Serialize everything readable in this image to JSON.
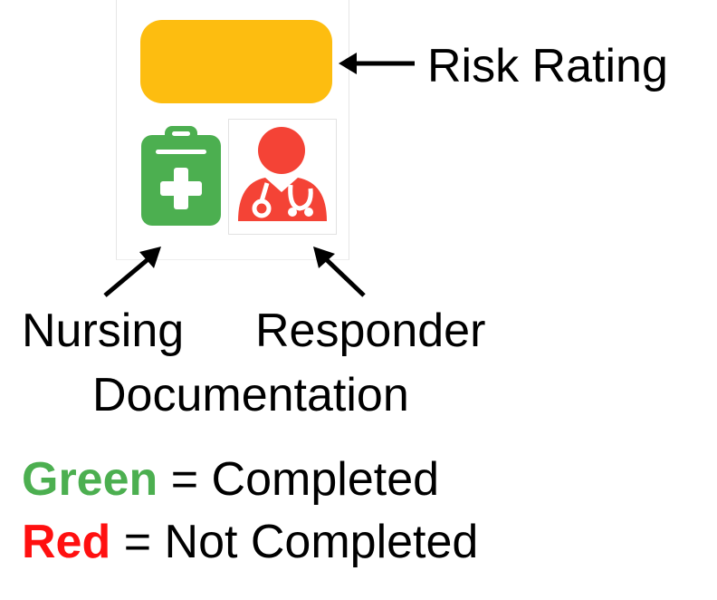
{
  "labels": {
    "risk_rating": "Risk Rating",
    "nursing": "Nursing",
    "documentation": "Documentation",
    "responder": "Responder"
  },
  "legend": {
    "green_word": "Green",
    "green_rest": " = Completed",
    "red_word": "Red",
    "red_rest": " = Not Completed"
  },
  "icons": {
    "nursing_documentation": "clipboard-plus-icon",
    "responder": "doctor-stethoscope-icon"
  },
  "colors": {
    "risk_rating": "#FDBD10",
    "completed": "#4CAF50",
    "not_completed": "#F44336",
    "green_text": "#4CAF50",
    "red_text": "#FF1010"
  }
}
